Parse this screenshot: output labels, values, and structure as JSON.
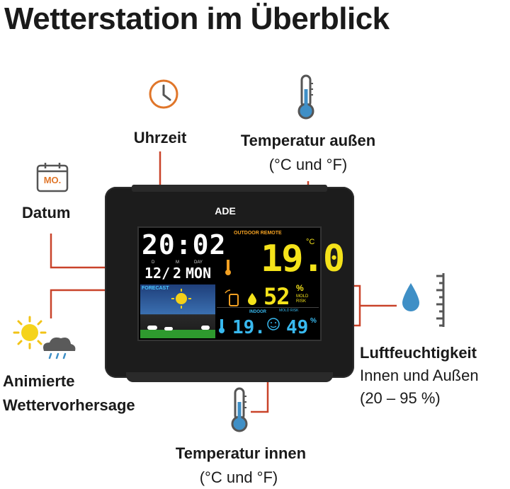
{
  "title": "Wetterstation im Überblick",
  "labels": {
    "time": "Uhrzeit",
    "outdoor_temp": "Temperatur außen",
    "outdoor_temp_unit": "(°C und °F)",
    "date": "Datum",
    "forecast_1": "Animierte",
    "forecast_2": "Wettervorhersage",
    "humidity": "Luftfeuchtigkeit",
    "humidity_sub": "Innen und Außen",
    "humidity_range": "(20 – 95 %)",
    "indoor_temp": "Temperatur innen",
    "indoor_temp_unit": "(°C und °F)"
  },
  "calendar_icon_text": "MO.",
  "device": {
    "brand": "ADE",
    "time": "20:02",
    "date_day_label": "D",
    "date_month_label": "M",
    "date_dow_label": "DAY",
    "date_day": "12/",
    "date_month": "2",
    "date_dow": "MON",
    "outdoor_remote": "OUTDOOR REMOTE",
    "outdoor_temp": "19.0",
    "outdoor_temp_unit": "°C",
    "outdoor_humidity": "52",
    "humidity_unit": "%",
    "mold_risk": "MOLD RISK",
    "forecast_label": "FORECAST",
    "indoor_label": "INDOOR",
    "mold_risk_small": "MOLD RISK",
    "indoor_temp": "19.",
    "indoor_humidity": "49"
  },
  "colors": {
    "accent_line": "#c9432a",
    "icon_blue": "#3f8fc6",
    "icon_orange": "#e0762a",
    "lcd_yellow": "#f4e21a",
    "lcd_cyan": "#38b9ef"
  }
}
